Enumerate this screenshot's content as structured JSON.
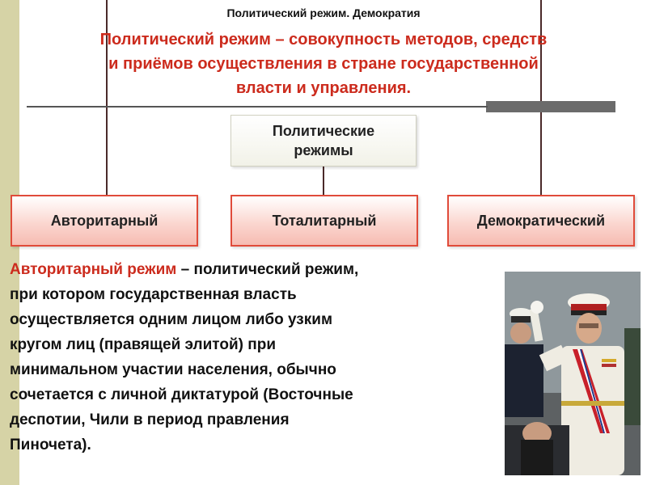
{
  "header": {
    "title": "Политический режим. Демократия",
    "definition_lines": [
      "Политический режим – совокупность методов, средств",
      "и приёмов осуществления в стране государственной",
      "власти и управления."
    ]
  },
  "diagram": {
    "root_lines": [
      "Политические",
      "режимы"
    ],
    "types": [
      "Авторитарный",
      "Тоталитарный",
      "Демократический"
    ]
  },
  "body": {
    "term": "Авторитарный режим",
    "lines": [
      " – политический режим,",
      "при котором государственная власть",
      "осуществляется одним лицом либо узким",
      "кругом лиц (правящей элитой) при",
      "минимальном участии населения, обычно",
      "сочетается с личной диктатурой (Восточные",
      "деспотии, Чили в период правления",
      "Пиночета)."
    ]
  },
  "colors": {
    "accent_red": "#cc2b1d",
    "box_border": "#e04b3a",
    "sidebar": "#d6d3a6"
  },
  "icons": {
    "photo": "pinochet-parade-photo"
  }
}
